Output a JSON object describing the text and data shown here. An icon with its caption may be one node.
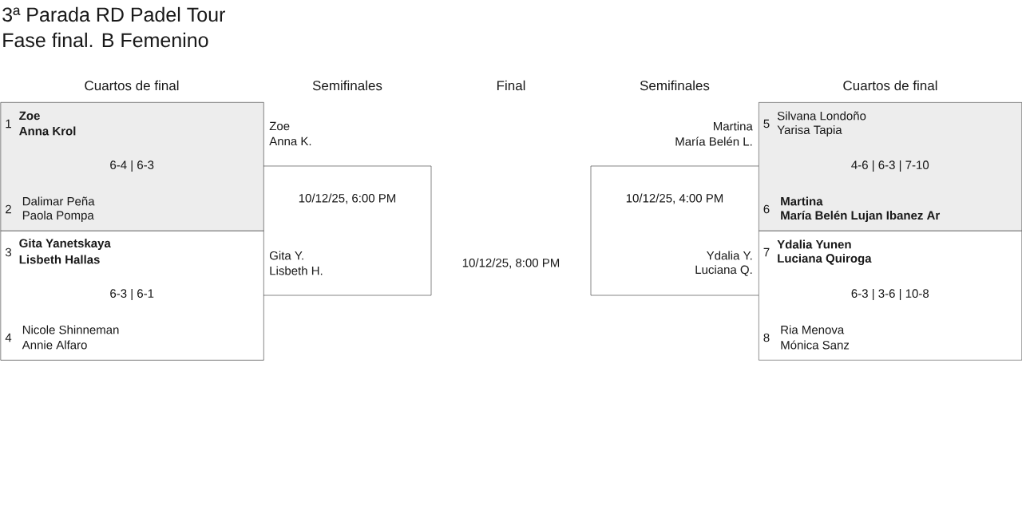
{
  "diagram": {
    "title": "3ª Parada RD Padel Tour",
    "nodes": [
      {
        "text": [
          "1",
          "**Zoe**",
          "**Anna Krol**",
          "6-4 | 6-3",
          "2",
          "Dalimar Peña",
          "Paola Pompa"
        ]
      },
      {
        "text": [
          "3",
          "**Gita Yanetskaya**",
          "**Lisbeth Hallas**",
          "6-3 | 6-1",
          "4",
          "Nicole Shinneman",
          "Annie Alfaro"
        ]
      },
      {
        "text": [
          "Zoe",
          "Anna K.",
          "10/12/25, 6:00 PM",
          "Gita Y.",
          "Lisbeth H."
        ]
      },
      {
        "text": [
          "Martina",
          "María Belén L.",
          "10/12/25, 4:00 PM",
          "Ydalia Y.",
          "Luciana Q."
        ]
      },
      {
        "text": [
          "5",
          "Silvana Londoño",
          "Yarisa Tapia",
          "4-6 | 6-3 | 7-10",
          "6",
          "**Martina**",
          "**María Belén Lujan Ibanez Ar**"
        ]
      },
      {
        "text": [
          "7",
          "**Ydalia Yunen**",
          "**Luciana Quiroga**",
          "6-3 | 3-6 | 10-8",
          "8",
          "Ria Menova",
          "Mónica Sanz"
        ]
      }
    ],
    "labels": [
      "Fase final. B Femenino",
      "Cuartos de final",
      "Semifinales",
      "Final",
      "Semifinales",
      "Cuartos de final",
      "10/12/25, 8:00 PM"
    ]
  }
}
